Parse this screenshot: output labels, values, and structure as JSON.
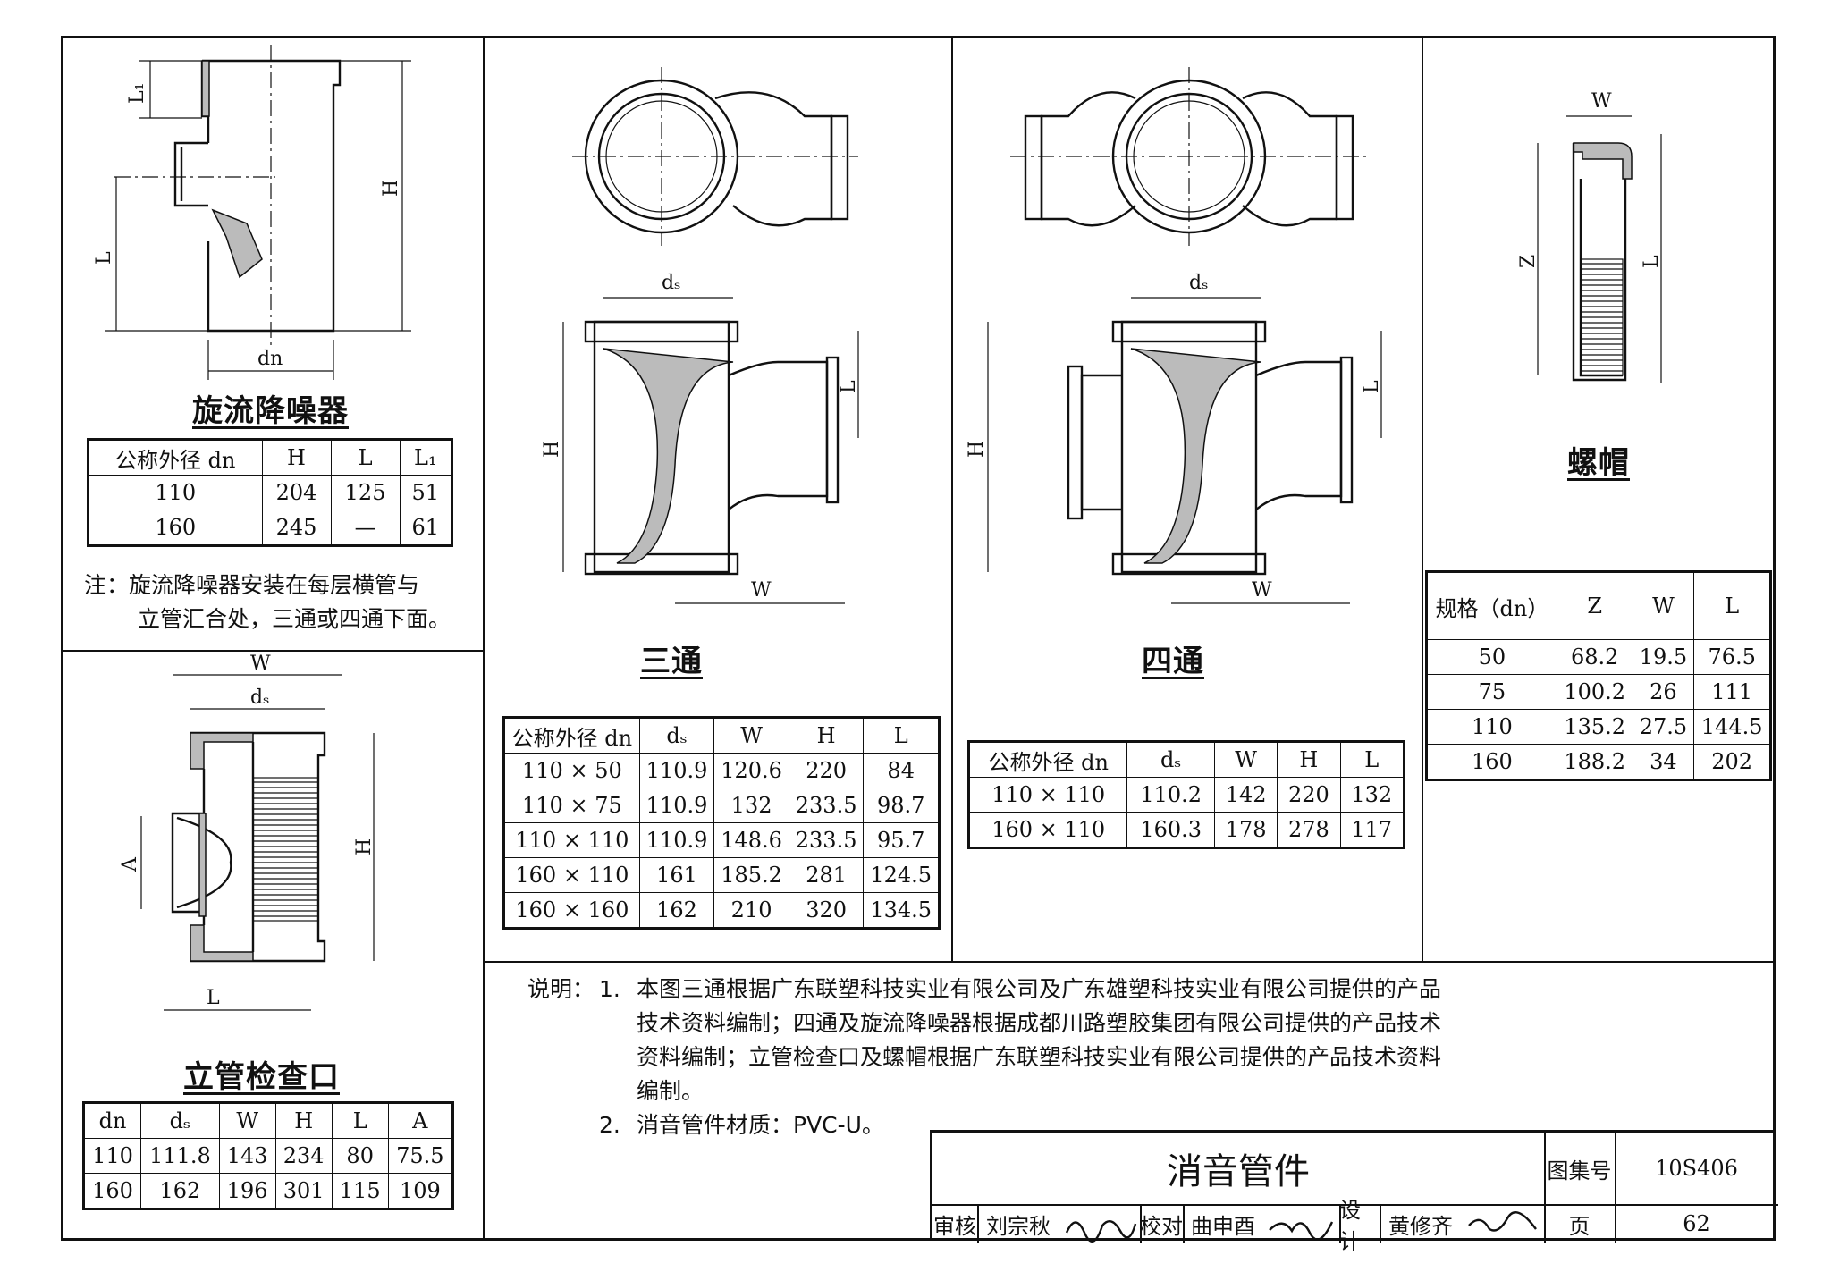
{
  "noise_reducer": {
    "title": "旋流降噪器",
    "dim_labels": {
      "L1": "L₁",
      "L": "L",
      "H": "H",
      "dn": "dn"
    },
    "table": {
      "headers": [
        "公称外径 dn",
        "H",
        "L",
        "L₁"
      ],
      "rows": [
        [
          "110",
          "204",
          "125",
          "51"
        ],
        [
          "160",
          "245",
          "—",
          "61"
        ]
      ]
    },
    "note_line1": "注：旋流降噪器安装在每层横管与",
    "note_line2": "立管汇合处，三通或四通下面。"
  },
  "tee": {
    "title": "三通",
    "dim_labels": {
      "ds": "dₛ",
      "L": "L",
      "H": "H",
      "W": "W"
    },
    "table": {
      "headers": [
        "公称外径 dn",
        "dₛ",
        "W",
        "H",
        "L"
      ],
      "rows": [
        [
          "110 × 50",
          "110.9",
          "120.6",
          "220",
          "84"
        ],
        [
          "110 × 75",
          "110.9",
          "132",
          "233.5",
          "98.7"
        ],
        [
          "110 × 110",
          "110.9",
          "148.6",
          "233.5",
          "95.7"
        ],
        [
          "160 × 110",
          "161",
          "185.2",
          "281",
          "124.5"
        ],
        [
          "160 × 160",
          "162",
          "210",
          "320",
          "134.5"
        ]
      ]
    }
  },
  "cross": {
    "title": "四通",
    "dim_labels": {
      "ds": "dₛ",
      "L": "L",
      "H": "H",
      "W": "W"
    },
    "table": {
      "headers": [
        "公称外径 dn",
        "dₛ",
        "W",
        "H",
        "L"
      ],
      "rows": [
        [
          "110 × 110",
          "110.2",
          "142",
          "220",
          "132"
        ],
        [
          "160 × 110",
          "160.3",
          "178",
          "278",
          "117"
        ]
      ]
    }
  },
  "nut_cap": {
    "title": "螺帽",
    "dim_labels": {
      "W": "W",
      "Z": "Z",
      "L": "L"
    },
    "table": {
      "headers": [
        "规格（dn）",
        "Z",
        "W",
        "L"
      ],
      "rows": [
        [
          "50",
          "68.2",
          "19.5",
          "76.5"
        ],
        [
          "75",
          "100.2",
          "26",
          "111"
        ],
        [
          "110",
          "135.2",
          "27.5",
          "144.5"
        ],
        [
          "160",
          "188.2",
          "34",
          "202"
        ]
      ]
    }
  },
  "inspection_port": {
    "title": "立管检查口",
    "dim_labels": {
      "W": "W",
      "ds": "dₛ",
      "A": "A",
      "H": "H",
      "L": "L"
    },
    "table": {
      "headers": [
        "dn",
        "dₛ",
        "W",
        "H",
        "L",
        "A"
      ],
      "rows": [
        [
          "110",
          "111.8",
          "143",
          "234",
          "80",
          "75.5"
        ],
        [
          "160",
          "162",
          "196",
          "301",
          "115",
          "109"
        ]
      ]
    }
  },
  "explanation": {
    "label": "说明：",
    "items": [
      {
        "num": "1.",
        "lines": [
          "本图三通根据广东联塑科技实业有限公司及广东雄塑科技实业有限公司提供的产品",
          "技术资料编制；四通及旋流降噪器根据成都川路塑胶集团有限公司提供的产品技术",
          "资料编制；立管检查口及螺帽根据广东联塑科技实业有限公司提供的产品技术资料",
          "编制。"
        ]
      },
      {
        "num": "2.",
        "lines": [
          "消音管件材质：PVC-U。"
        ]
      }
    ]
  },
  "title_block": {
    "drawing_title": "消音管件",
    "atlas_label": "图集号",
    "atlas_no": "10S406",
    "review_label": "审核",
    "reviewer": "刘宗秋",
    "check_label": "校对",
    "checker": "曲申酉",
    "design_label": "设计",
    "designer": "黄修齐",
    "page_label": "页",
    "page_no": "62"
  }
}
